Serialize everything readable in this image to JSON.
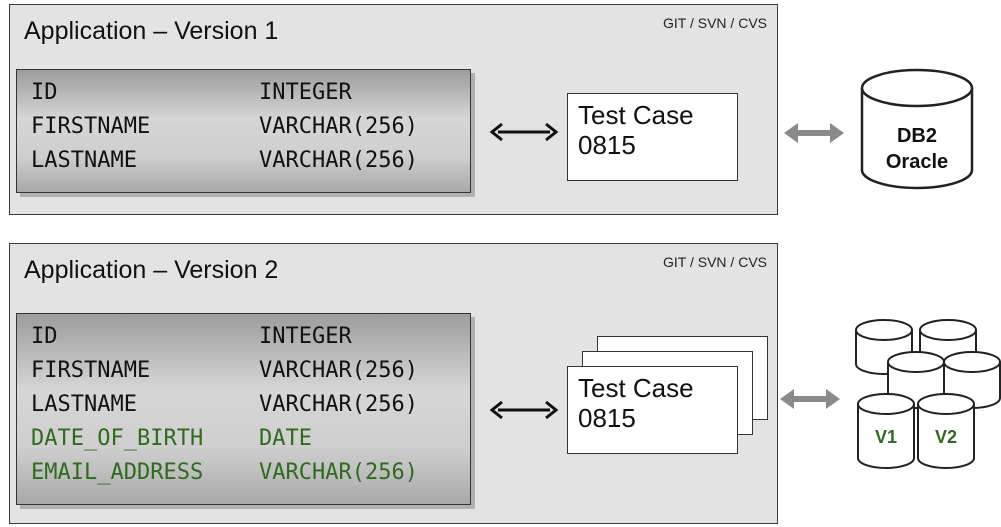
{
  "panels": [
    {
      "title": "Application – Version 1",
      "vcs": "GIT / SVN / CVS",
      "schema": [
        {
          "name": "ID",
          "type": "INTEGER",
          "added": false
        },
        {
          "name": "FIRSTNAME",
          "type": "VARCHAR(256)",
          "added": false
        },
        {
          "name": "LASTNAME",
          "type": "VARCHAR(256)",
          "added": false
        }
      ],
      "test_case": {
        "line1": "Test Case",
        "line2": "0815"
      }
    },
    {
      "title": "Application – Version 2",
      "vcs": "GIT / SVN / CVS",
      "schema": [
        {
          "name": "ID",
          "type": "INTEGER",
          "added": false
        },
        {
          "name": "FIRSTNAME",
          "type": "VARCHAR(256)",
          "added": false
        },
        {
          "name": "LASTNAME",
          "type": "VARCHAR(256)",
          "added": false
        },
        {
          "name": "DATE_OF_BIRTH",
          "type": "DATE",
          "added": true
        },
        {
          "name": "EMAIL_ADDRESS",
          "type": "VARCHAR(256)",
          "added": true
        }
      ],
      "test_case": {
        "line1": "Test Case",
        "line2": "0815"
      }
    }
  ],
  "databases": {
    "single": {
      "line1": "DB2",
      "line2": "Oracle"
    },
    "multi": {
      "v1": "V1",
      "v2": "V2"
    }
  },
  "colors": {
    "added_column": "#2f6a1f",
    "panel_bg": "#e3e3e3",
    "arrow_gray": "#8a8a8a"
  }
}
